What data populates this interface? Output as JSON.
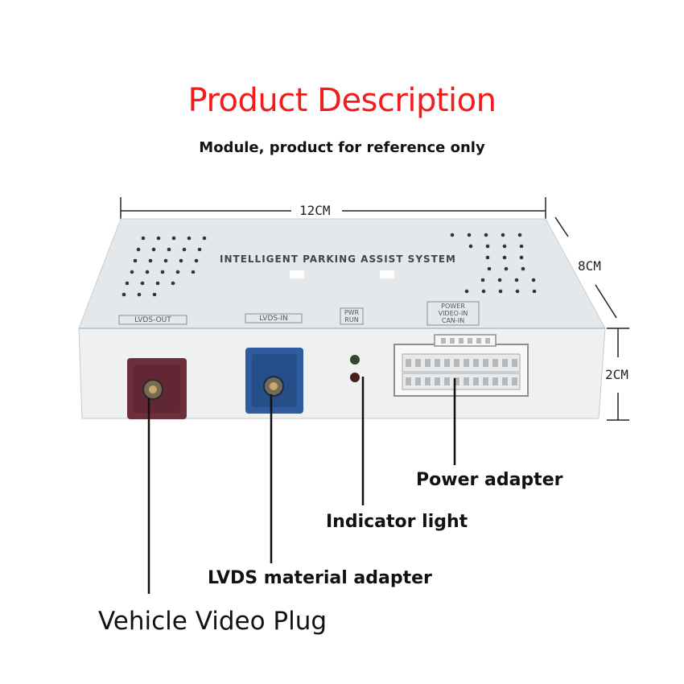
{
  "header": {
    "title": "Product Description",
    "subtitle": "Module, product for reference only"
  },
  "dimensions": {
    "length": "12CM",
    "width": "8CM",
    "height": "2CM"
  },
  "device": {
    "top_label": "INTELLIGENT PARKING ASSIST SYSTEM",
    "port_lvds_out": "LVDS-OUT",
    "port_lvds_in": "LVDS-IN",
    "port_pwr_line1": "PWR",
    "port_pwr_line2": "RUN",
    "port_power_line1": "POWER",
    "port_power_line2": "VIDEO-IN",
    "port_power_line3": "CAN-IN",
    "colors": {
      "body": "#e3e7ea",
      "lvds_out_connector": "#6e2f3d",
      "lvds_in_connector": "#2e5c9e",
      "led_green": "#2f4a2a",
      "led_red": "#4a1e1c"
    }
  },
  "callouts": {
    "power_adapter": "Power adapter",
    "indicator_light": "Indicator light",
    "lvds_material_adapter": "LVDS material adapter",
    "vehicle_video_plug": "Vehicle Video Plug"
  }
}
